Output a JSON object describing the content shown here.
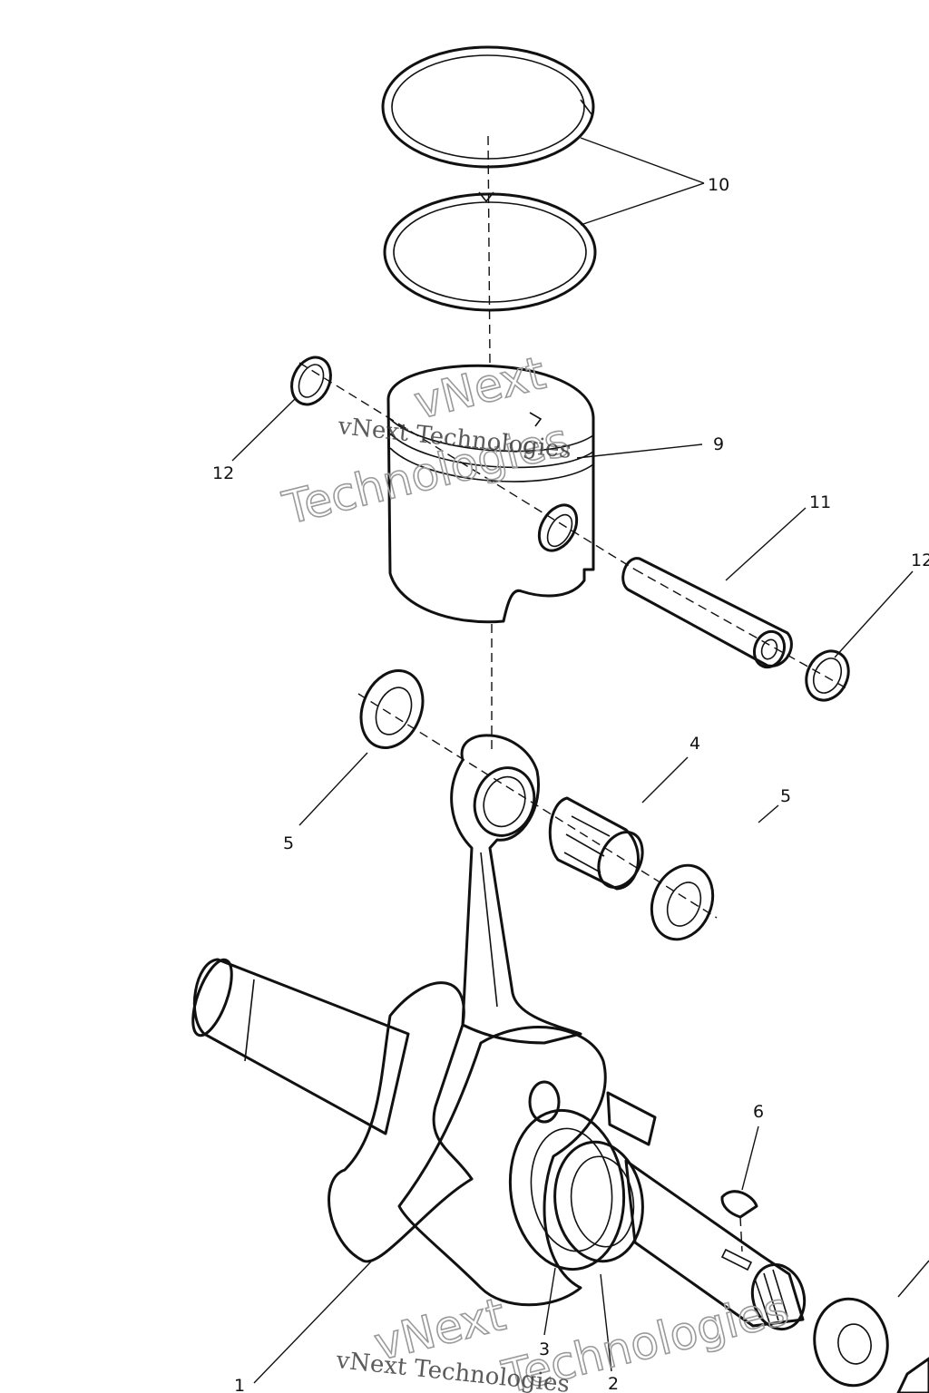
{
  "diagram": {
    "callouts": [
      {
        "id": "c10",
        "text": "10"
      },
      {
        "id": "c9",
        "text": "9"
      },
      {
        "id": "c11",
        "text": "11"
      },
      {
        "id": "c12a",
        "text": "12"
      },
      {
        "id": "c12b",
        "text": "12"
      },
      {
        "id": "c4",
        "text": "4"
      },
      {
        "id": "c5a",
        "text": "5"
      },
      {
        "id": "c5b",
        "text": "5"
      },
      {
        "id": "c6",
        "text": "6"
      },
      {
        "id": "c3",
        "text": "3"
      },
      {
        "id": "c2",
        "text": "2"
      },
      {
        "id": "c1",
        "text": "1"
      }
    ]
  },
  "watermark": {
    "serif_text": "vNext Technologies",
    "outline_line1": "vNext",
    "outline_line2": "Technologies"
  }
}
